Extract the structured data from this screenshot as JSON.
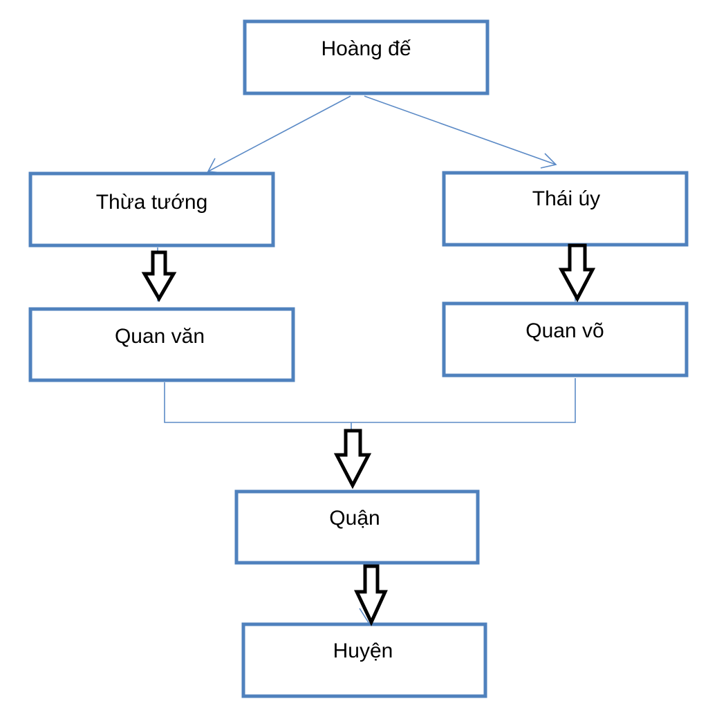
{
  "diagram": {
    "nodes": {
      "emperor": "Hoàng đế",
      "chancellor": "Thừa tướng",
      "grand_commandant": "Thái úy",
      "civil_officials": "Quan văn",
      "military_officials": "Quan võ",
      "commandery": "Quận",
      "district": "Huyện"
    },
    "colors": {
      "box_border": "#4f81bd",
      "thin_connector": "#5b8ac6",
      "block_arrow_outline": "#000000"
    }
  }
}
